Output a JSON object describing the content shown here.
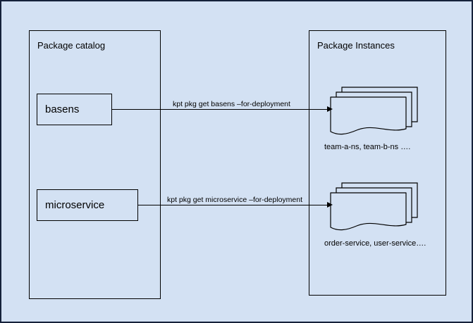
{
  "diagram": {
    "background_color": "#d3e1f3",
    "border_color": "#15213a",
    "stroke_color": "#000000",
    "panels": [
      {
        "id": "package-catalog",
        "title": "Package catalog"
      },
      {
        "id": "package-instances",
        "title": "Package Instances"
      }
    ],
    "packages": [
      {
        "id": "basens",
        "label": "basens"
      },
      {
        "id": "microservice",
        "label": "microservice"
      }
    ],
    "edges": [
      {
        "id": "get-basens",
        "label": "kpt pkg get basens –for-deployment"
      },
      {
        "id": "get-microservice",
        "label": "kpt pkg get microservice –for-deployment"
      }
    ],
    "instances": [
      {
        "id": "basens-instances",
        "icon": "document-stack-icon",
        "caption": "team-a-ns, team-b-ns …."
      },
      {
        "id": "microservice-instances",
        "icon": "document-stack-icon",
        "caption": "order-service, user-service…."
      }
    ]
  }
}
